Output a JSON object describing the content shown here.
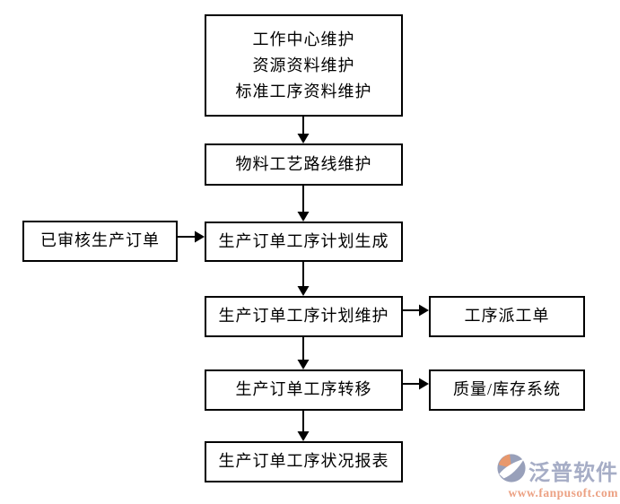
{
  "diagram": {
    "title_hint": "production-order-operation-process-flowchart",
    "colors": {
      "background": "#ffffff",
      "node_border": "#000000",
      "node_text": "#000000",
      "arrow": "#000000"
    },
    "nodes": {
      "master_data": {
        "lines": [
          "工作中心维护",
          "资源资料维护",
          "标准工序资料维护"
        ]
      },
      "routing": {
        "label": "物料工艺路线维护"
      },
      "approved_order": {
        "label": "已审核生产订单"
      },
      "plan_generate": {
        "label": "生产订单工序计划生成"
      },
      "plan_maintain": {
        "label": "生产订单工序计划维护"
      },
      "dispatch_order": {
        "label": "工序派工单"
      },
      "transfer": {
        "label": "生产订单工序转移"
      },
      "quality_system": {
        "label": "质量/库存系统"
      },
      "status_report": {
        "label": "生产订单工序状况报表"
      }
    },
    "arrows": [
      "master_data->routing",
      "routing->plan_generate",
      "approved_order->plan_generate",
      "plan_generate->plan_maintain",
      "plan_maintain->dispatch_order",
      "plan_maintain->transfer",
      "transfer->quality_system",
      "transfer->status_report"
    ]
  },
  "watermark": {
    "brand": "泛普软件",
    "url": "www.fanpusoft.com",
    "brand_color": "#a6adc6",
    "url_color": "#eca183",
    "icon_gray": "#98a0ba",
    "icon_orange": "#e8986c"
  }
}
